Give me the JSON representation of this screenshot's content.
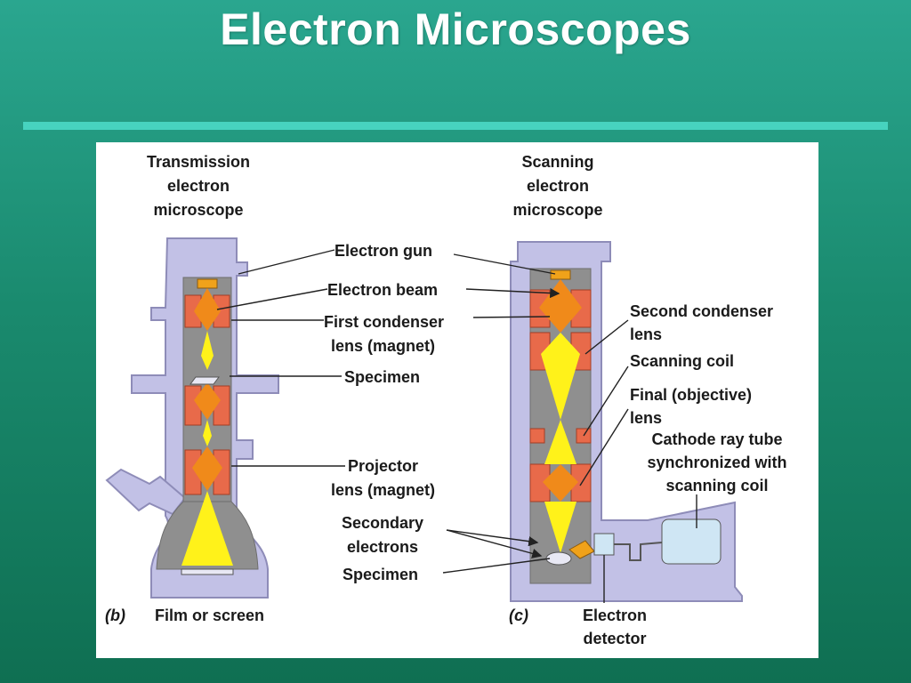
{
  "slide": {
    "title": "Electron Microscopes"
  },
  "tem": {
    "title_lines": [
      "Transmission",
      "electron",
      "microscope"
    ],
    "panel_tag": "(b)",
    "labels": {
      "electron_gun": "Electron gun",
      "electron_beam": "Electron beam",
      "first_condenser_1": "First condenser",
      "first_condenser_2": "lens (magnet)",
      "specimen": "Specimen",
      "projector_1": "Projector",
      "projector_2": "lens (magnet)",
      "film": "Film or screen"
    }
  },
  "sem": {
    "title_lines": [
      "Scanning",
      "electron",
      "microscope"
    ],
    "panel_tag": "(c)",
    "labels": {
      "second_condenser_1": "Second condenser",
      "second_condenser_2": "lens",
      "scanning_coil": "Scanning coil",
      "final_lens_1": "Final (objective)",
      "final_lens_2": "lens",
      "crt_1": "Cathode ray tube",
      "crt_2": "synchronized with",
      "crt_3": "scanning coil",
      "secondary_1": "Secondary",
      "secondary_2": "electrons",
      "specimen": "Specimen",
      "detector_1": "Electron",
      "detector_2": "detector"
    }
  },
  "colors": {
    "housing": "#c2c1e6",
    "housing_outline": "#8e8cb8",
    "interior": "#8f8f8f",
    "lens": "#e86a4a",
    "beam_orange": "#f08a1a",
    "beam_yellow": "#fff21a"
  }
}
